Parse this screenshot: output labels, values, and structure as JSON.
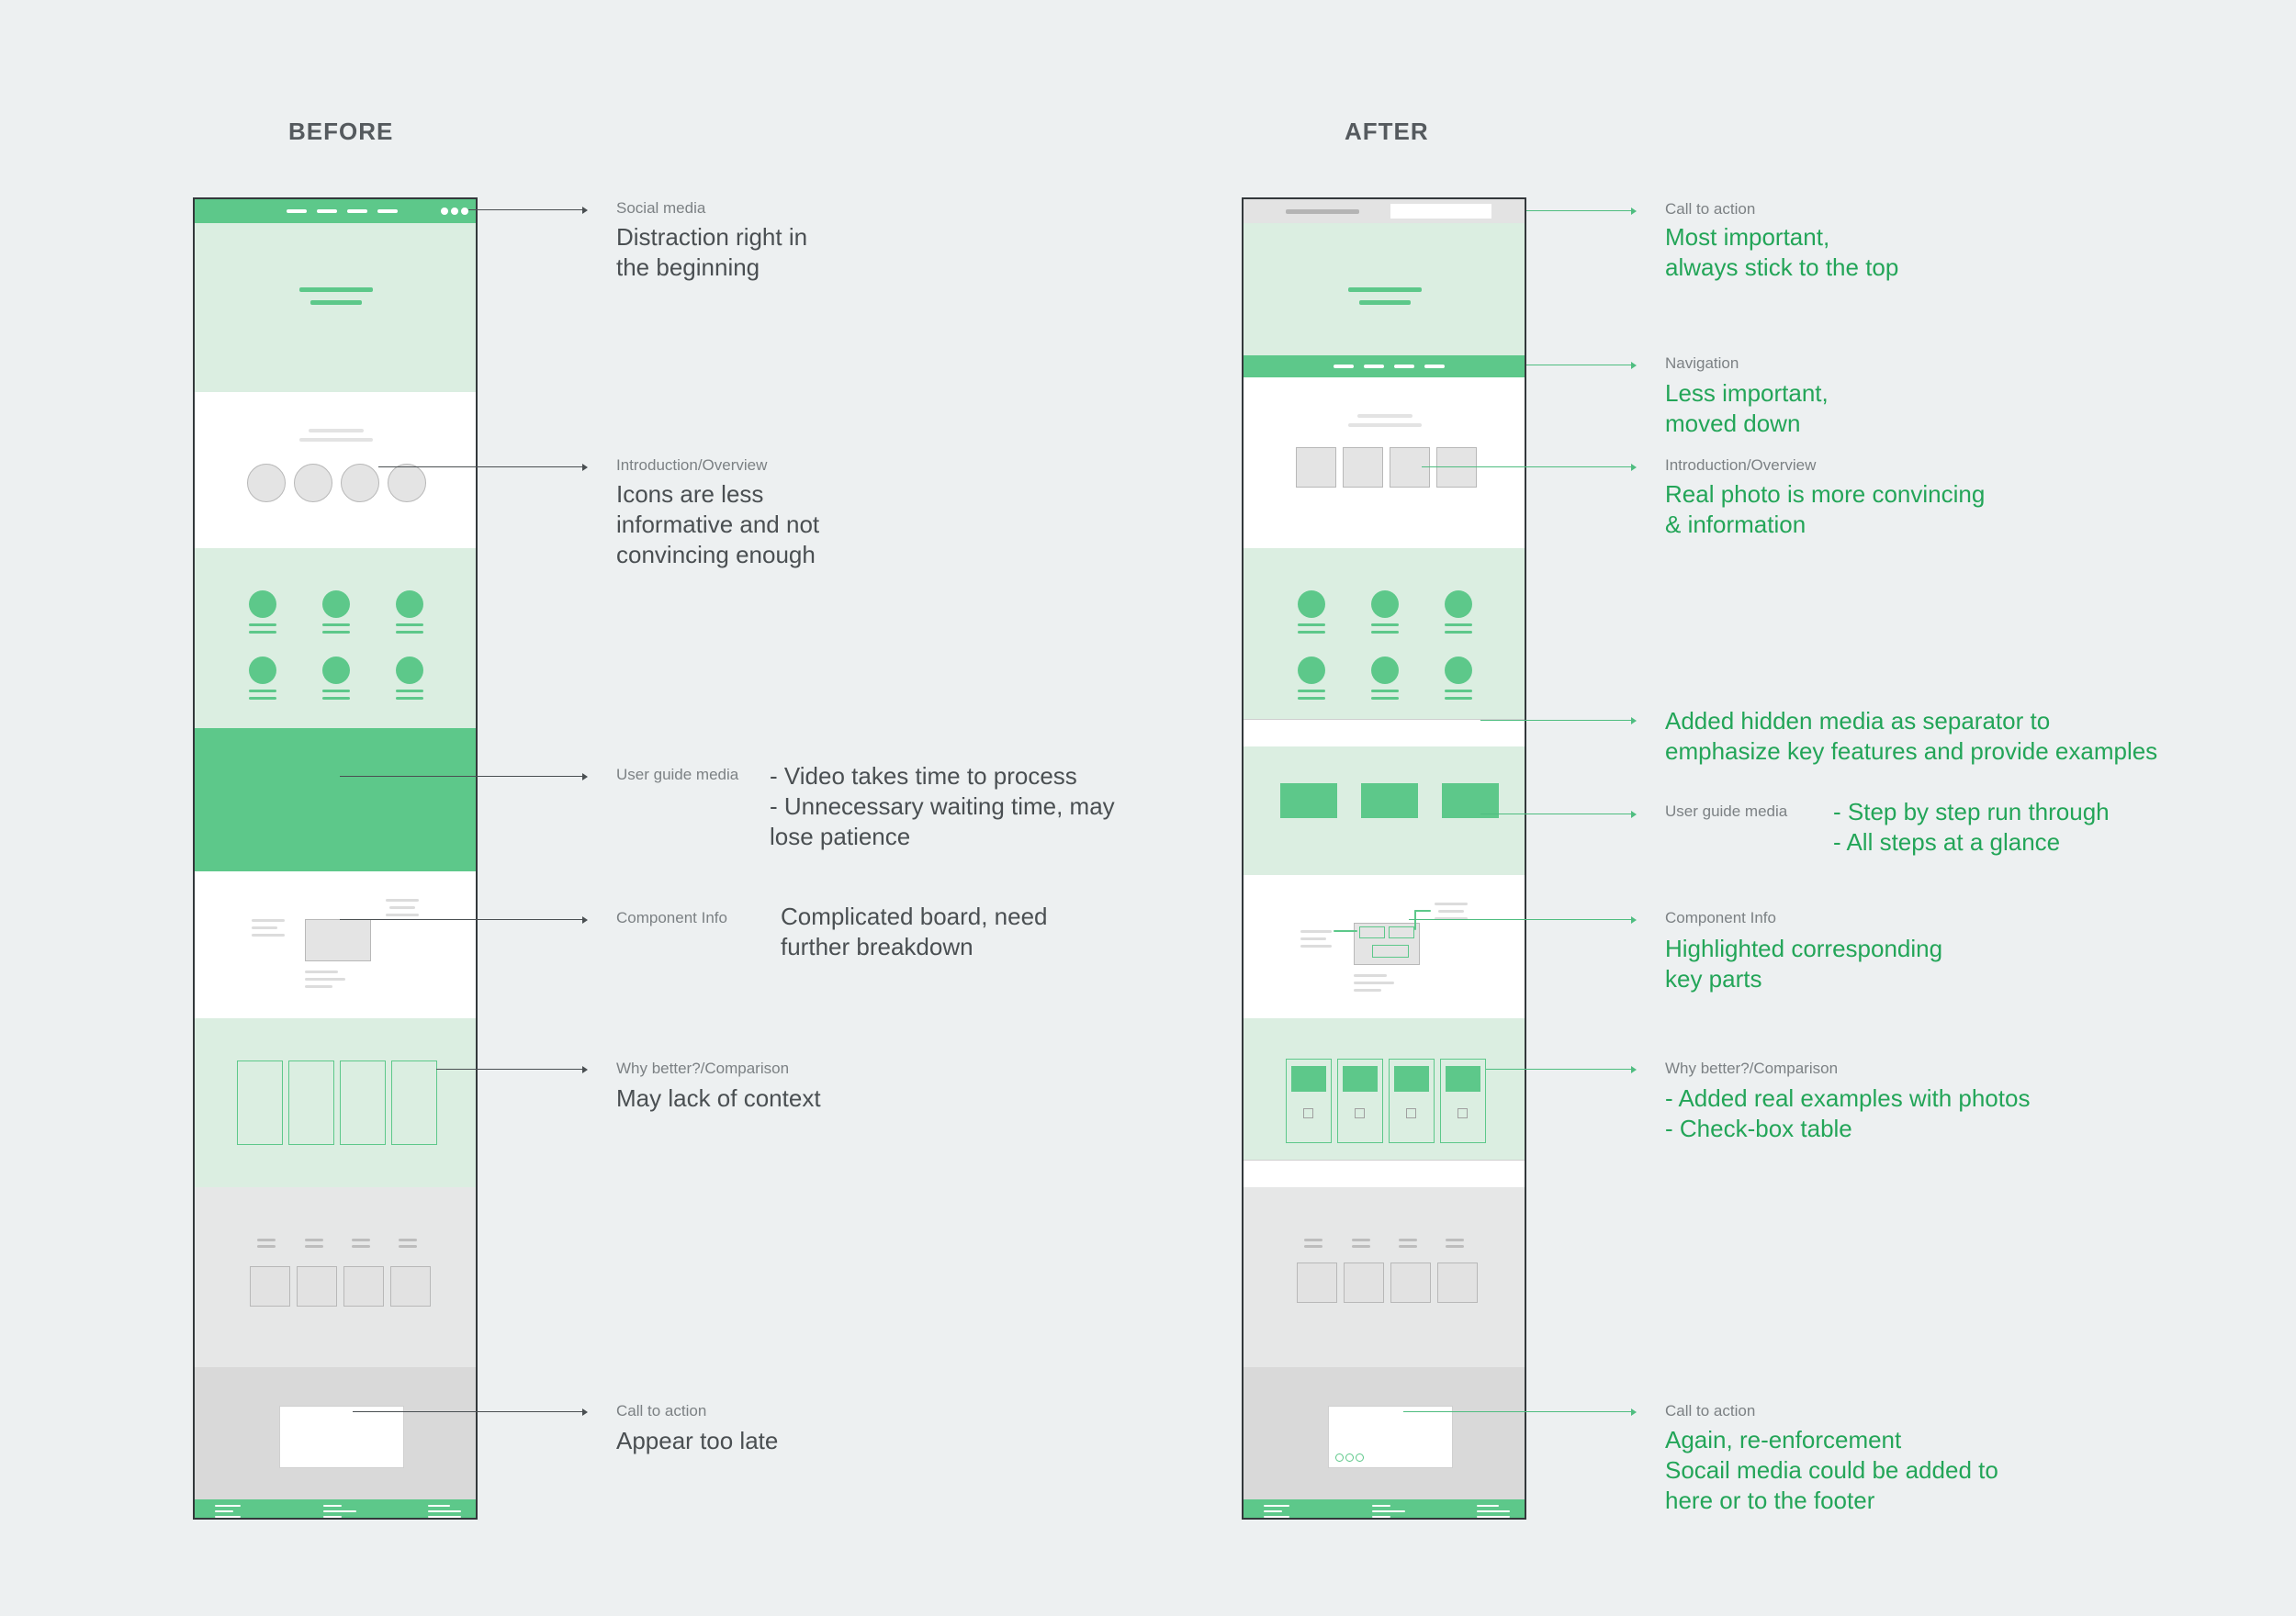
{
  "headings": {
    "before": "BEFORE",
    "after": "AFTER"
  },
  "before_notes": [
    {
      "label": "Social media",
      "text": "Distraction right in\nthe beginning"
    },
    {
      "label": "Introduction/Overview",
      "text": "Icons are less\ninformative and not\nconvincing enough"
    },
    {
      "label": "User guide media",
      "text": "- Video takes time to process\n- Unnecessary waiting time, may\n  lose patience"
    },
    {
      "label": "Component Info",
      "text": "Complicated board, need\nfurther breakdown"
    },
    {
      "label": "Why better?/Comparison",
      "text": "May lack of context"
    },
    {
      "label": "Call to action",
      "text": "Appear too late"
    }
  ],
  "after_notes": [
    {
      "label": "Call to action",
      "text": "Most important,\nalways stick to the top"
    },
    {
      "label": "Navigation",
      "text": "Less important,\nmoved down"
    },
    {
      "label": "Introduction/Overview",
      "text": "Real photo is more convincing\n& information"
    },
    {
      "label": "",
      "text": "Added hidden media as separator to\nemphasize key features and provide examples"
    },
    {
      "label": "User guide media",
      "text": "- Step by step run through\n- All steps at a glance"
    },
    {
      "label": "Component Info",
      "text": "Highlighted corresponding\nkey parts"
    },
    {
      "label": "Why better?/Comparison",
      "text": "- Added real examples with photos\n- Check-box table"
    },
    {
      "label": "Call to action",
      "text": "Again, re-enforcement\nSocail media could be added to\nhere or to the footer"
    }
  ],
  "colors": {
    "accent": "#5dc88a",
    "accent_text": "#23a558",
    "background": "#edf0f1"
  }
}
